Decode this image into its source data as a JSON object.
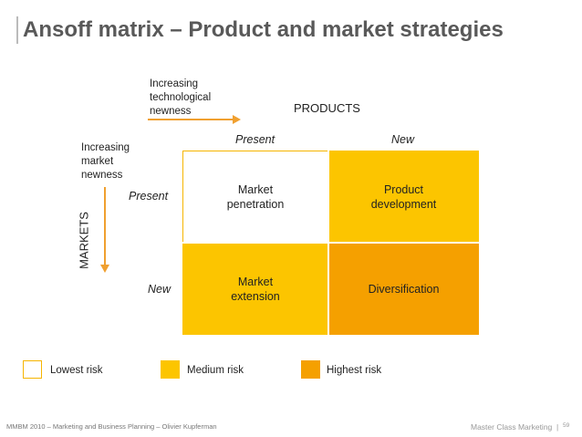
{
  "title": "Ansoff matrix – Product and market strategies",
  "axes": {
    "products_heading": "PRODUCTS",
    "markets_heading": "MARKETS",
    "tech_newness": [
      "Increasing",
      "technological",
      "newness"
    ],
    "market_newness": [
      "Increasing",
      "market",
      "newness"
    ],
    "columns": [
      "Present",
      "New"
    ],
    "rows": [
      "Present",
      "New"
    ]
  },
  "matrix": {
    "present_present": "Market\npenetration",
    "present_new": "Product\ndevelopment",
    "new_present": "Market\nextension",
    "new_new": "Diversification"
  },
  "legend": [
    {
      "label": "Lowest risk",
      "color": "#ffffff"
    },
    {
      "label": "Medium risk",
      "color": "#fcc500"
    },
    {
      "label": "Highest risk",
      "color": "#f5a000"
    }
  ],
  "colors": {
    "lowest": "#ffffff",
    "medium": "#fcc500",
    "highest": "#f5a000",
    "arrow": "#f0a030"
  },
  "footer": {
    "left": "MMBM 2010 – Marketing and Business Planning – Olivier Kupferman",
    "right": "Master Class Marketing",
    "separator": "|",
    "page": "59"
  }
}
